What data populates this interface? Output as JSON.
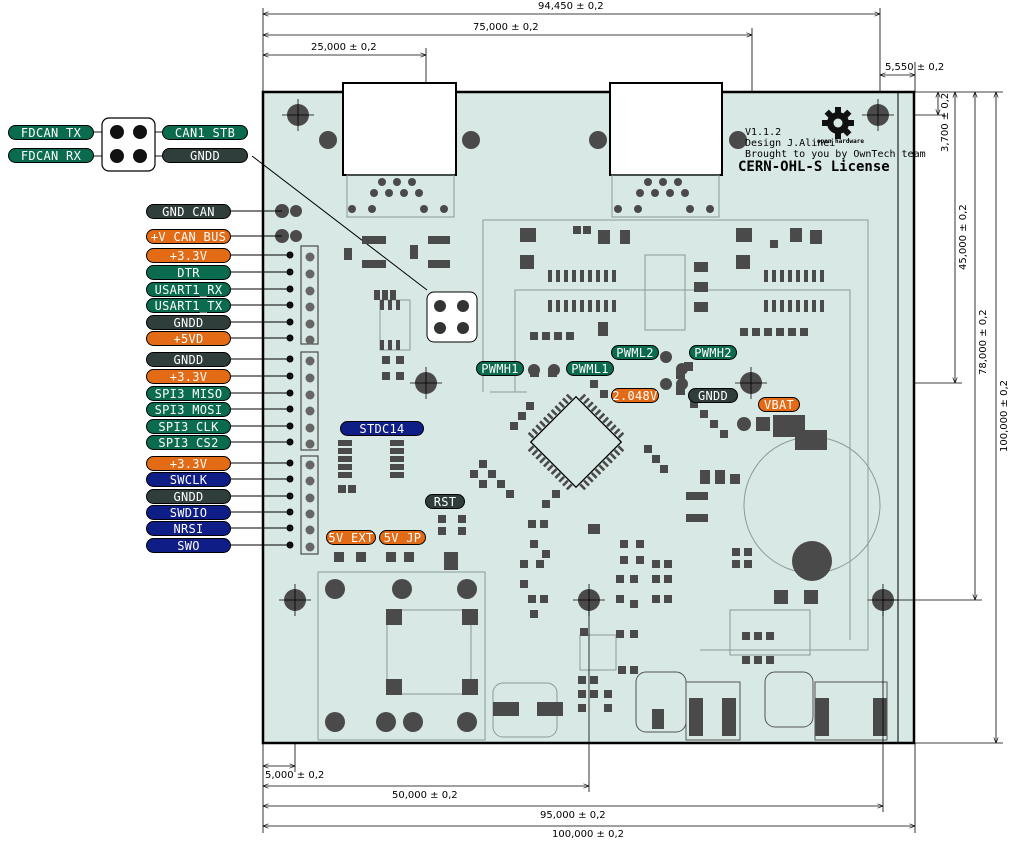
{
  "board": {
    "version": "V1.1.2",
    "design": "Design J.Alinei",
    "brought": "Brought to you by OwnTech team",
    "oshw": "open hardware",
    "license": "CERN-OHL-S  License"
  },
  "left_pins": [
    {
      "label": "GND CAN",
      "color": "dark"
    },
    {
      "label": "+V CAN BUS",
      "color": "orange"
    },
    {
      "label": "+3.3V",
      "color": "orange"
    },
    {
      "label": "DTR",
      "color": "green"
    },
    {
      "label": "USART1_RX",
      "color": "green"
    },
    {
      "label": "USART1_TX",
      "color": "green"
    },
    {
      "label": "GNDD",
      "color": "dark"
    },
    {
      "label": "+5VD",
      "color": "orange"
    },
    {
      "label": "GNDD",
      "color": "dark"
    },
    {
      "label": "+3.3V",
      "color": "orange"
    },
    {
      "label": "SPI3 MISO",
      "color": "green"
    },
    {
      "label": "SPI3 MOSI",
      "color": "green"
    },
    {
      "label": "SPI3 CLK",
      "color": "green"
    },
    {
      "label": "SPI3 CS2",
      "color": "green"
    },
    {
      "label": "+3.3V",
      "color": "orange"
    },
    {
      "label": "SWCLK",
      "color": "blue"
    },
    {
      "label": "GNDD",
      "color": "dark"
    },
    {
      "label": "SWDIO",
      "color": "blue"
    },
    {
      "label": "NRSI",
      "color": "blue"
    },
    {
      "label": "SWO",
      "color": "blue"
    }
  ],
  "can_pins": {
    "fdcan_tx": "FDCAN TX",
    "fdcan_rx": "FDCAN RX",
    "can1_stb": "CAN1 STB",
    "gndd": "GNDD"
  },
  "board_labels": {
    "stdc14": "STDC14",
    "rst": "RST",
    "v5ext": "5V EXT",
    "v5jp": "5V JP",
    "pwmh1": "PWMH1",
    "pwml1": "PWML1",
    "pwml2": "PWML2",
    "pwmh2": "PWMH2",
    "v2048": "2.048V",
    "gndd": "GNDD",
    "vbat": "VBAT"
  },
  "dimensions": {
    "d94450": "94,450 ± 0,2",
    "d75000": "75,000 ± 0,2",
    "d25000": "25,000 ± 0,2",
    "d5550": "5,550 ± 0,2",
    "d3700": "3,700 ± 0,2",
    "d45000": "45,000 ± 0,2",
    "d78000": "78,000 ± 0,2",
    "d100000v": "100,000 ± 0,2",
    "d5000": "5,000 ± 0,2",
    "d50000": "50,000 ± 0,2",
    "d95000": "95,000 ± 0,2",
    "d100000h": "100,000 ± 0,2"
  },
  "colors": {
    "board": "#d8e8e4",
    "green": "#0b6b4f",
    "dark": "#2f3e3b",
    "orange": "#e36b16",
    "blue": "#0f1d86"
  }
}
